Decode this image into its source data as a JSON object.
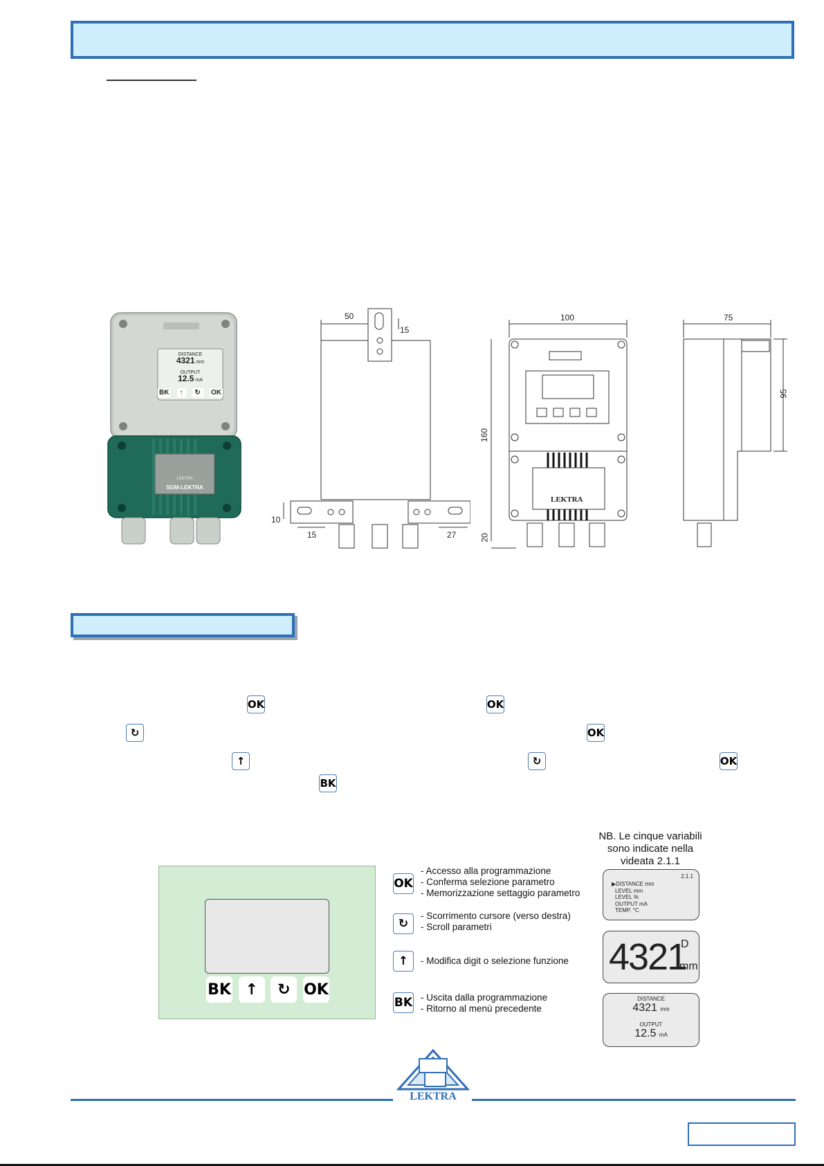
{
  "device_photo": {
    "screen_label_1": "DISTANCE",
    "screen_value_1": "4321",
    "screen_unit_1": "mm",
    "screen_label_2": "OUTPUT",
    "screen_value_2": "12.5",
    "screen_unit_2": "mA",
    "keys": [
      "BK",
      "OK"
    ],
    "plate_text": "SGM-LEKTRA",
    "plate_logo": "LEKTRA"
  },
  "drawing_side": {
    "dim_top": "50",
    "dim_slot": "15",
    "dim_left_h": "10",
    "dim_left_w": "15",
    "dim_right": "27"
  },
  "drawing_front": {
    "dim_width": "100",
    "dim_height": "160",
    "dim_bottom": "20",
    "logo_text": "LEKTRA"
  },
  "drawing_profile": {
    "dim_depth": "75",
    "dim_height": "95"
  },
  "inline_keys": {
    "row1": [
      "OK",
      "OK"
    ],
    "row2": [
      "OK"
    ],
    "row3": [
      "OK"
    ],
    "row4": [
      "BK"
    ]
  },
  "panel_keys": [
    "BK",
    "OK"
  ],
  "legend": [
    {
      "key": "OK",
      "lines": [
        "- Accesso alla programmazione",
        "- Conferma selezione parametro",
        "- Memorizzazione settaggio parametro"
      ]
    },
    {
      "key": "",
      "lines": [
        "- Scorrimento cursore (verso destra)",
        "- Scroll parametri"
      ]
    },
    {
      "key": "",
      "lines": [
        "- Modifica digit o selezione funzione"
      ]
    },
    {
      "key": "BK",
      "lines": [
        "- Uscita dalla programmazione",
        "- Ritorno al menù precedente"
      ]
    }
  ],
  "note": {
    "line1": "NB. Le cinque  variabili",
    "line2": "sono indicate nella",
    "line3": "videata 2.1.1"
  },
  "screen_menu": {
    "id": "2.1.1",
    "items": [
      "▶DISTANCE mm",
      "LEVEL mm",
      "LEVEL %",
      "OUTPUT mA",
      "TEMP. °C"
    ]
  },
  "screen_big": {
    "value": "4321",
    "mode": "D",
    "unit": "mm"
  },
  "screen_dual": {
    "label1": "DISTANCE",
    "value1": "4321",
    "unit1": "mm",
    "label2": "OUTPUT",
    "value2": "12.5",
    "unit2": "mA"
  },
  "footer_logo": "LEKTRA",
  "colors": {
    "accent": "#2f6fb5",
    "banner": "#cdeefa",
    "panel": "#d2edd4",
    "enclosure_green": "#1f6b58",
    "enclosure_grey": "#c9cfc9"
  }
}
